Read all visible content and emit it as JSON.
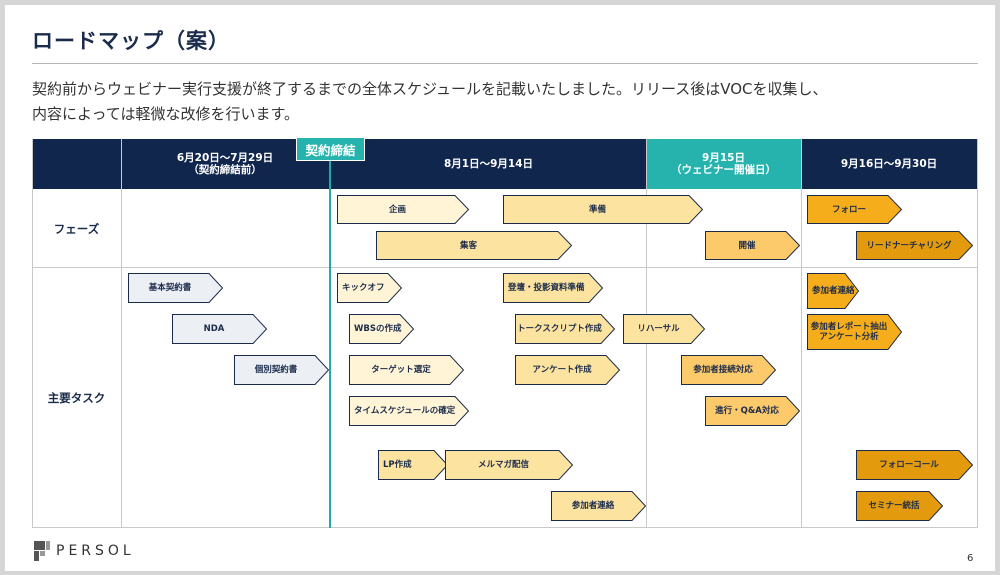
{
  "title": "ロードマップ（案）",
  "intro": {
    "line1": "契約前からウェビナー実行支援が終了するまでの全体スケジュールを記載いたしました。リリース後はVOCを収集し、",
    "line2": "内容によっては軽微な改修を行います。"
  },
  "periods": [
    {
      "line1": "6月20日～7月29日",
      "line2": "（契約締結前）"
    },
    {
      "line1": "8月1日～9月14日",
      "line2": ""
    },
    {
      "line1": "9月15日",
      "line2": "（ウェビナー開催日）"
    },
    {
      "line1": "9月16日～9月30日",
      "line2": ""
    }
  ],
  "milestone": {
    "label": "契約締結"
  },
  "row_labels": {
    "phase": "フェーズ",
    "tasks": "主要タスク"
  },
  "colors": {
    "navy": "#10264d",
    "teal": "#26b3ad",
    "pale": "#fff5d6",
    "light": "#fde3a0",
    "mid": "#fcca6a",
    "strong": "#f6ad1b",
    "deep": "#e39b0d",
    "gray": "#eceff4",
    "outline": "#1b2b4b"
  },
  "phase_items": [
    {
      "label": "企画",
      "shade": "pale"
    },
    {
      "label": "準備",
      "shade": "light"
    },
    {
      "label": "フォロー",
      "shade": "strong"
    },
    {
      "label": "集客",
      "shade": "light"
    },
    {
      "label": "開催",
      "shade": "mid"
    },
    {
      "label": "リードナーチャリング",
      "shade": "deep"
    }
  ],
  "task_items": [
    {
      "label": "基本契約書",
      "shade": "gray"
    },
    {
      "label": "NDA",
      "shade": "gray"
    },
    {
      "label": "個別契約書",
      "shade": "gray"
    },
    {
      "label": "キックオフ",
      "shade": "pale"
    },
    {
      "label": "WBSの作成",
      "shade": "pale"
    },
    {
      "label": "ターゲット選定",
      "shade": "pale"
    },
    {
      "label": "タイムスケジュールの確定",
      "shade": "pale"
    },
    {
      "label": "登壇・投影資料準備",
      "shade": "light"
    },
    {
      "label": "トークスクリプト作成",
      "shade": "light"
    },
    {
      "label": "リハーサル",
      "shade": "light"
    },
    {
      "label": "アンケート作成",
      "shade": "light"
    },
    {
      "label": "参加者接続対応",
      "shade": "mid"
    },
    {
      "label": "進行・Q&A対応",
      "shade": "mid"
    },
    {
      "label": "LP作成",
      "shade": "light"
    },
    {
      "label": "メルマガ配信",
      "shade": "light"
    },
    {
      "label": "参加者連絡",
      "shade": "light"
    },
    {
      "label": "参加者連絡",
      "shade": "strong"
    },
    {
      "label": "参加者レポート抽出\nアンケート分析",
      "shade": "strong"
    },
    {
      "label": "フォローコール",
      "shade": "deep"
    },
    {
      "label": "セミナー統括",
      "shade": "deep"
    }
  ],
  "logo": {
    "word": "PERSOL"
  },
  "page_number": "6"
}
